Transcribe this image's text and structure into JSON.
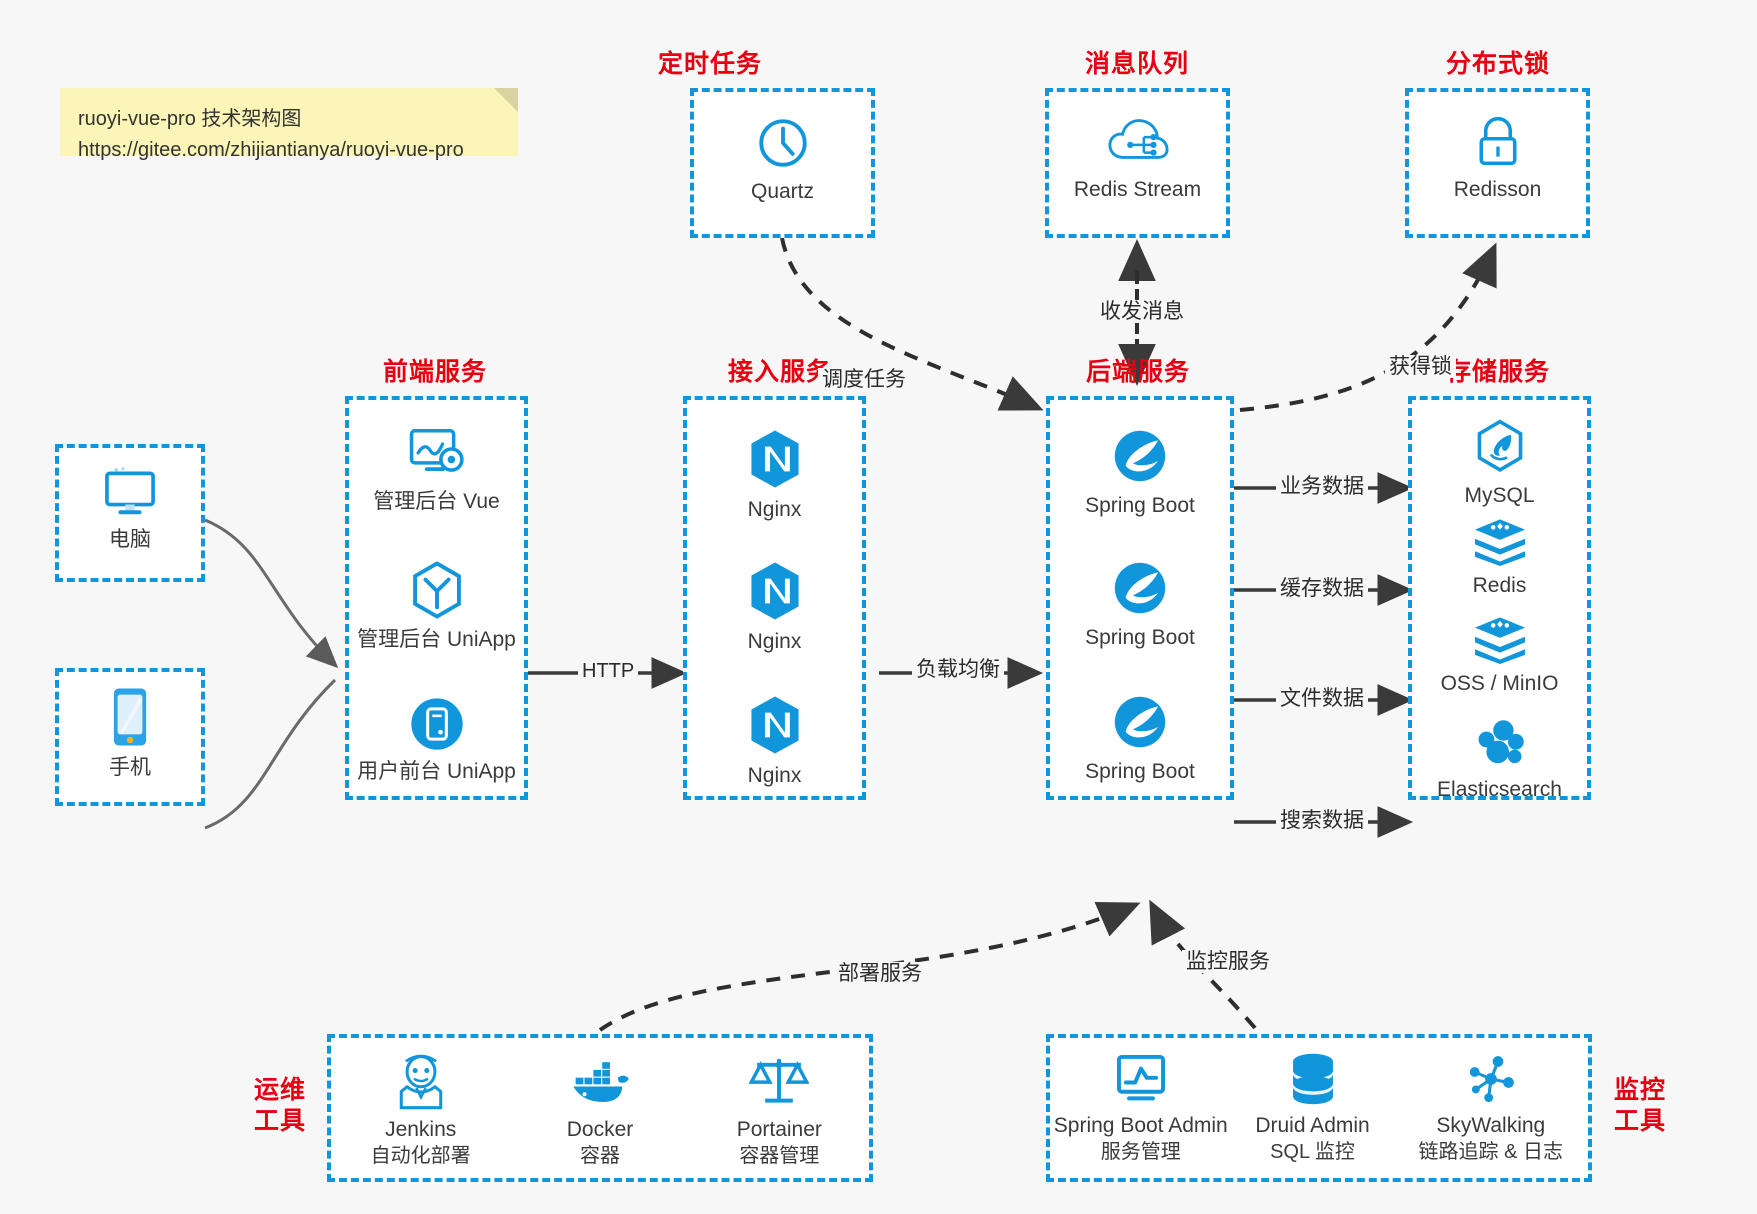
{
  "note": {
    "line1": "ruoyi-vue-pro 技术架构图",
    "line2": "https://gitee.com/zhijiantianya/ruoyi-vue-pro"
  },
  "groups": {
    "scheduler": {
      "title": "定时任务",
      "items": [
        {
          "label": "Quartz",
          "icon": "clock-icon"
        }
      ]
    },
    "mq": {
      "title": "消息队列",
      "items": [
        {
          "label": "Redis Stream",
          "icon": "cloud-network-icon"
        }
      ]
    },
    "lock": {
      "title": "分布式锁",
      "items": [
        {
          "label": "Redisson",
          "icon": "lock-icon"
        }
      ]
    },
    "clients": {
      "computer": {
        "label": "电脑",
        "icon": "monitor-icon"
      },
      "phone": {
        "label": "手机",
        "icon": "smartphone-icon"
      }
    },
    "frontend": {
      "title": "前端服务",
      "items": [
        {
          "label": "管理后台 Vue",
          "icon": "dashboard-gear-icon"
        },
        {
          "label": "管理后台 UniApp",
          "icon": "hexagon-uniapp-icon"
        },
        {
          "label": "用户前台 UniApp",
          "icon": "mobile-app-icon"
        }
      ]
    },
    "gateway": {
      "title": "接入服务",
      "items": [
        {
          "label": "Nginx",
          "icon": "nginx-icon"
        },
        {
          "label": "Nginx",
          "icon": "nginx-icon"
        },
        {
          "label": "Nginx",
          "icon": "nginx-icon"
        }
      ]
    },
    "backend": {
      "title": "后端服务",
      "items": [
        {
          "label": "Spring Boot",
          "icon": "spring-boot-icon"
        },
        {
          "label": "Spring Boot",
          "icon": "spring-boot-icon"
        },
        {
          "label": "Spring Boot",
          "icon": "spring-boot-icon"
        }
      ]
    },
    "storage": {
      "title": "存储服务",
      "items": [
        {
          "label": "MySQL",
          "icon": "mysql-icon"
        },
        {
          "label": "Redis",
          "icon": "redis-icon"
        },
        {
          "label": "OSS / MinIO",
          "icon": "oss-minio-icon"
        },
        {
          "label": "Elasticsearch",
          "icon": "elasticsearch-icon"
        }
      ]
    },
    "devops": {
      "title_line1": "运维",
      "title_line2": "工具",
      "items": [
        {
          "name": "Jenkins",
          "desc": "自动化部署",
          "icon": "jenkins-icon"
        },
        {
          "name": "Docker",
          "desc": "容器",
          "icon": "docker-icon"
        },
        {
          "name": "Portainer",
          "desc": "容器管理",
          "icon": "scales-icon"
        }
      ]
    },
    "monitor": {
      "title_line1": "监控",
      "title_line2": "工具",
      "items": [
        {
          "name": "Spring Boot Admin",
          "desc": "服务管理",
          "icon": "monitor-chart-icon"
        },
        {
          "name": "Druid Admin",
          "desc": "SQL 监控",
          "icon": "database-icon"
        },
        {
          "name": "SkyWalking",
          "desc": "链路追踪 & 日志",
          "icon": "skywalking-icon"
        }
      ]
    }
  },
  "edges": {
    "http": "HTTP",
    "load_balance": "负载均衡",
    "schedule_task": "调度任务",
    "send_receive_message": "收发消息",
    "acquire_lock": "获得锁",
    "business_data": "业务数据",
    "cache_data": "缓存数据",
    "file_data": "文件数据",
    "search_data": "搜索数据",
    "deploy_service": "部署服务",
    "monitor_service": "监控服务"
  },
  "colors": {
    "accent": "#1296db",
    "title": "#e60012",
    "background": "#f7f7f7",
    "note": "#fbf5b7",
    "wire": "#3a3a3a",
    "wire_soft": "#666666"
  }
}
